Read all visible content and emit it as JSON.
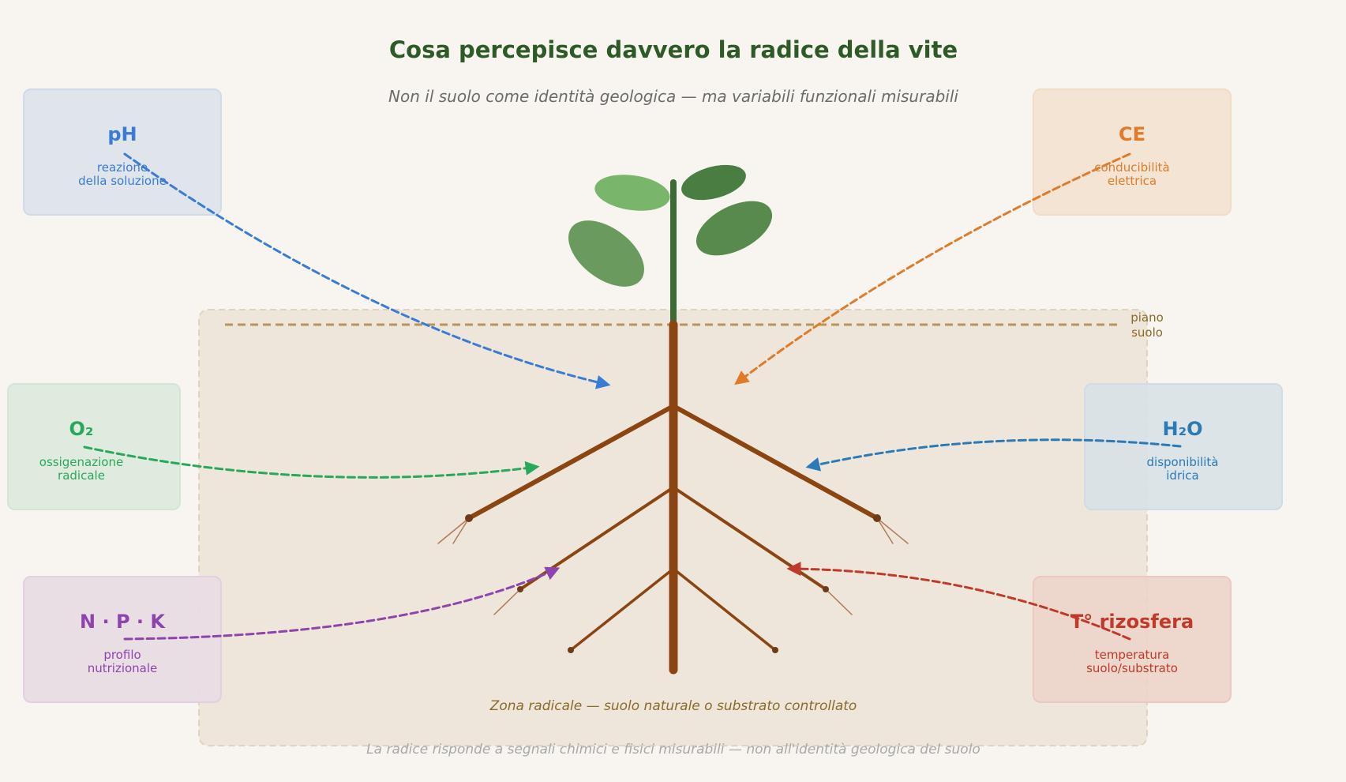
{
  "header": {
    "title": "Cosa percepisce davvero la radice della vite",
    "subtitle": "Non il suolo come identità geologica — ma variabili funzionali misurabili"
  },
  "soil": {
    "ground_label_line1": "piano",
    "ground_label_line2": "suolo",
    "zone_label": "Zona radicale — suolo naturale o substrato controllato"
  },
  "factors": {
    "ph": {
      "title": "pH",
      "desc_line1": "reazione",
      "desc_line2": "della soluzione",
      "color": "#3a7bd5"
    },
    "ce": {
      "title": "CE",
      "desc_line1": "conducibilità",
      "desc_line2": "elettrica",
      "color": "#e07b2a"
    },
    "o2": {
      "title": "O₂",
      "desc_line1": "ossigenazione",
      "desc_line2": "radicale",
      "color": "#27a85a"
    },
    "h2o": {
      "title": "H₂O",
      "desc_line1": "disponibilità",
      "desc_line2": "idrica",
      "color": "#2a7ab8"
    },
    "npk": {
      "title": "N · P · K",
      "desc_line1": "profilo",
      "desc_line2": "nutrizionale",
      "color": "#8e44ad"
    },
    "temp": {
      "title": "T° rizosfera",
      "desc_line1": "temperatura",
      "desc_line2": "suolo/substrato",
      "color": "#c0392b"
    }
  },
  "footer": "La radice risponde a segnali chimici e fisici misurabili — non all'identità geologica del suolo",
  "colors": {
    "stem": "#3d6b35",
    "root": "#8b4513",
    "soil_fill": "#efe6db",
    "ground_line": "#b8965a"
  }
}
